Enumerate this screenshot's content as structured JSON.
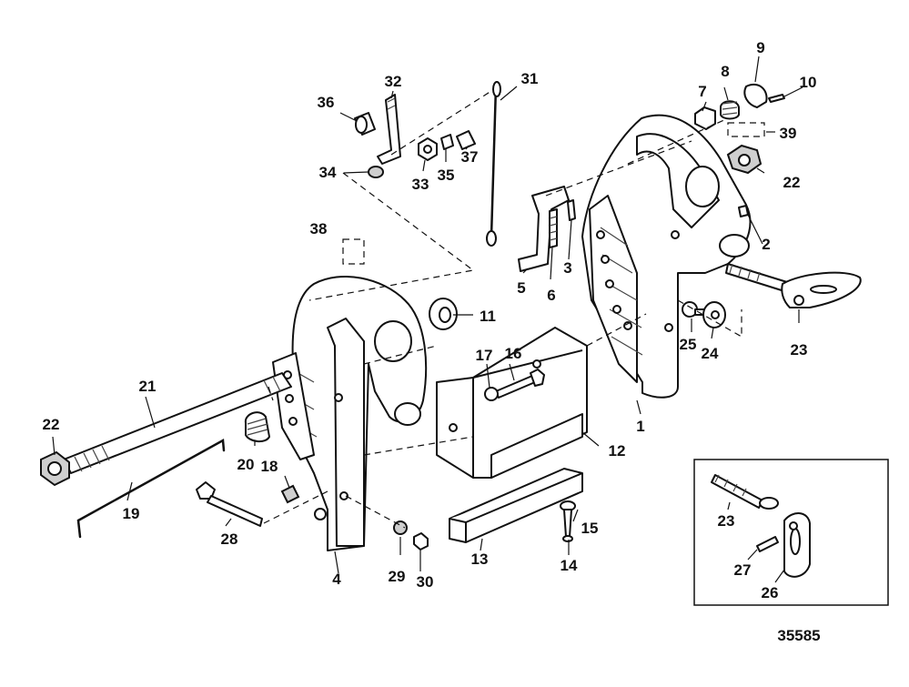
{
  "callouts": [
    {
      "id": "1",
      "text": "1"
    },
    {
      "id": "2",
      "text": "2"
    },
    {
      "id": "3",
      "text": "3"
    },
    {
      "id": "4",
      "text": "4"
    },
    {
      "id": "5",
      "text": "5"
    },
    {
      "id": "6",
      "text": "6"
    },
    {
      "id": "7",
      "text": "7"
    },
    {
      "id": "8",
      "text": "8"
    },
    {
      "id": "9",
      "text": "9"
    },
    {
      "id": "10",
      "text": "10"
    },
    {
      "id": "11",
      "text": "11"
    },
    {
      "id": "12",
      "text": "12"
    },
    {
      "id": "13",
      "text": "13"
    },
    {
      "id": "14",
      "text": "14"
    },
    {
      "id": "15",
      "text": "15"
    },
    {
      "id": "16",
      "text": "16"
    },
    {
      "id": "17",
      "text": "17"
    },
    {
      "id": "18",
      "text": "18"
    },
    {
      "id": "19",
      "text": "19"
    },
    {
      "id": "20",
      "text": "20"
    },
    {
      "id": "21",
      "text": "21"
    },
    {
      "id": "22a",
      "text": "22"
    },
    {
      "id": "22b",
      "text": "22"
    },
    {
      "id": "23a",
      "text": "23"
    },
    {
      "id": "23b",
      "text": "23"
    },
    {
      "id": "24",
      "text": "24"
    },
    {
      "id": "25",
      "text": "25"
    },
    {
      "id": "26",
      "text": "26"
    },
    {
      "id": "27",
      "text": "27"
    },
    {
      "id": "28",
      "text": "28"
    },
    {
      "id": "29",
      "text": "29"
    },
    {
      "id": "30",
      "text": "30"
    },
    {
      "id": "31",
      "text": "31"
    },
    {
      "id": "32",
      "text": "32"
    },
    {
      "id": "33",
      "text": "33"
    },
    {
      "id": "34",
      "text": "34"
    },
    {
      "id": "35",
      "text": "35"
    },
    {
      "id": "36",
      "text": "36"
    },
    {
      "id": "37",
      "text": "37"
    },
    {
      "id": "38",
      "text": "38"
    },
    {
      "id": "39",
      "text": "39"
    }
  ],
  "figure_number": "35585"
}
